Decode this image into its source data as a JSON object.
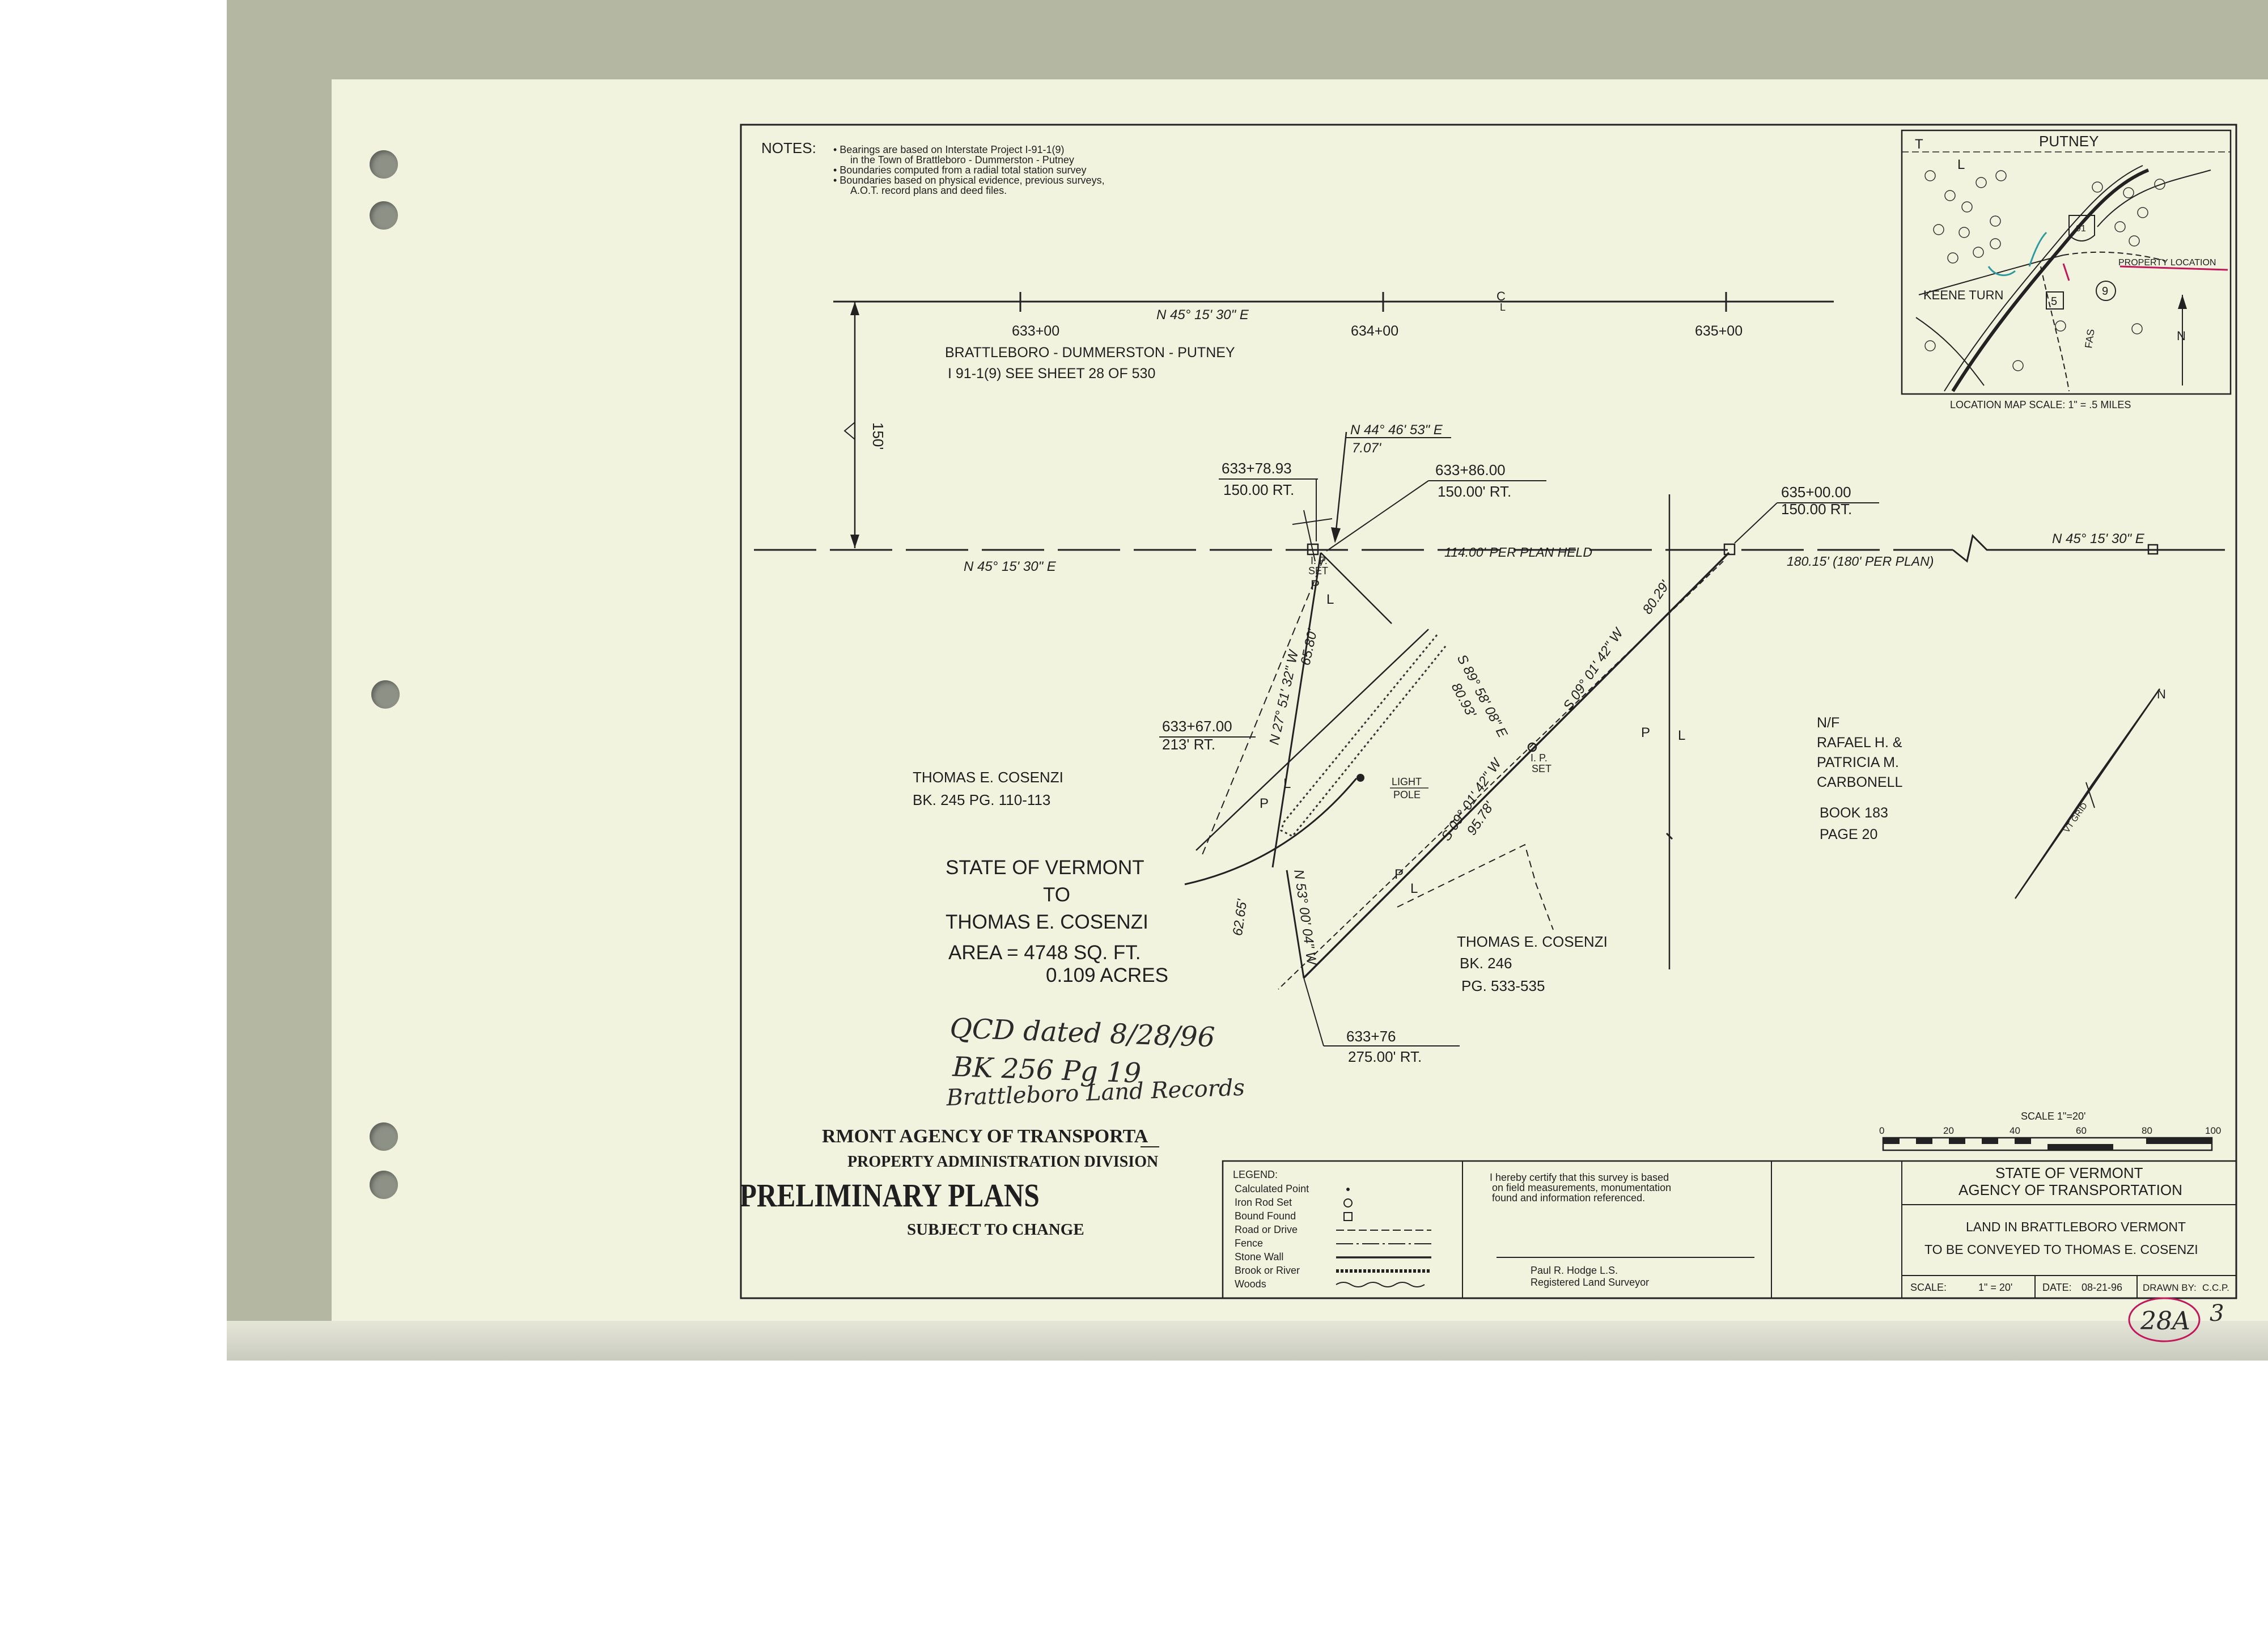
{
  "notes": {
    "heading": "NOTES:",
    "lines": [
      "• Bearings are based on Interstate Project I-91-1(9)",
      "in the Town of Brattleboro - Dummerston - Putney",
      "• Boundaries computed from a radial total station survey",
      "• Boundaries based on physical evidence, previous surveys,",
      "A.O.T. record plans and deed files."
    ]
  },
  "centerline": {
    "bearing": "N 45° 15' 30\" E",
    "stations": [
      "633+00",
      "634+00",
      "635+00"
    ],
    "cl_mark": "C",
    "cl_sub": "L",
    "project_name": "BRATTLEBORO - DUMMERSTON - PUTNEY",
    "project_ref": "I 91-1(9)   SEE SHEET 28 OF 530",
    "offset_label": "150'"
  },
  "row_line": {
    "bearing_left": "N 45° 15' 30\" E",
    "bearing_right": "N 45° 15' 30\" E",
    "held_text": "114.00' PER PLAN HELD",
    "plan_text": "180.15' (180' PER PLAN)"
  },
  "callouts": [
    {
      "station": "633+78.93",
      "offset": "150.00 RT."
    },
    {
      "station": "633+86.00",
      "offset": "150.00' RT."
    },
    {
      "station": "635+00.00",
      "offset": "150.00 RT."
    },
    {
      "station": "633+67.00",
      "offset": "213' RT."
    },
    {
      "station": "633+76",
      "offset": "275.00' RT."
    }
  ],
  "bearing_tie": {
    "bearing": "N 44° 46' 53\" E",
    "distance": "7.07'"
  },
  "lot_lines": [
    {
      "bearing": "N 27° 51' 32\" W",
      "distance": "65.80'"
    },
    {
      "bearing": "S 89° 58' 08\" E",
      "distance": "80.93'"
    },
    {
      "bearing": "S 09° 01' 42\" W",
      "distance": "80.29'"
    },
    {
      "bearing": "S 09° 01' 42\" W",
      "distance": "95.78'"
    },
    {
      "bearing": "N 53° 00' 04\" W",
      "distance": "62.65'"
    }
  ],
  "markers": {
    "ip_set": "I. P.",
    "ip_set2": "SET",
    "light_pole": "LIGHT",
    "light_pole2": "POLE",
    "p": "P",
    "l": "L"
  },
  "owners": [
    {
      "name": "THOMAS E. COSENZI",
      "ref": "BK. 245  PG. 110-113"
    },
    {
      "name": "THOMAS E. COSENZI",
      "ref": "BK. 246",
      "ref2": "PG. 533-535"
    }
  ],
  "nf_owner": {
    "lines": [
      "N/F",
      "RAFAEL H. &",
      "PATRICIA M.",
      "CARBONELL"
    ],
    "book": "BOOK 183",
    "page": "PAGE 20"
  },
  "conveyance": {
    "line1": "STATE OF VERMONT",
    "line2": "TO",
    "line3": "THOMAS E. COSENZI",
    "area": "AREA = 4748 SQ. FT.",
    "acres": "0.109 ACRES"
  },
  "handwritten": {
    "line1": "QCD dated 8/28/96",
    "line2": "BK 256 Pg 19",
    "line3": "Brattleboro Land Records",
    "sheet_no": "28A",
    "sheet_suffix": "3"
  },
  "stamp": {
    "line1": "RMONT AGENCY OF TRANSPORTA",
    "line2": "PROPERTY ADMINISTRATION DIVISION",
    "line3": "PRELIMINARY PLANS",
    "line4": "SUBJECT TO CHANGE"
  },
  "location_map": {
    "town_label_t": "T",
    "town_label_l": "L",
    "putney": "PUTNEY",
    "keene_turn": "KEENE TURN",
    "property_location": "PROPERTY LOCATION",
    "route_91": "91",
    "route_5": "5",
    "route_9": "9",
    "north": "N",
    "fas": "FAS",
    "caption": "LOCATION MAP SCALE:  1\" = .5 MILES"
  },
  "north_arrow": {
    "n": "N",
    "label": "VT GRID"
  },
  "scale_bar": {
    "title": "SCALE 1\"=20'",
    "ticks": [
      "0",
      "20",
      "40",
      "60",
      "80",
      "100"
    ]
  },
  "legend": {
    "title": "LEGEND:",
    "items": [
      "Calculated Point",
      "Iron Rod Set",
      "Bound Found",
      "Road or Drive",
      "Fence",
      "Stone Wall",
      "Brook or River",
      "Woods"
    ]
  },
  "certification": {
    "text1": "I hereby certify that this survey is based",
    "text2": "on field measurements, monumentation",
    "text3": "found and information referenced.",
    "signer": "Paul R. Hodge  L.S.",
    "signer_title": "Registered Land Surveyor"
  },
  "title_block": {
    "agency1": "STATE OF VERMONT",
    "agency2": "AGENCY OF TRANSPORTATION",
    "desc1": "LAND IN BRATTLEBORO VERMONT",
    "desc2": "TO BE CONVEYED TO THOMAS E. COSENZI",
    "scale_label": "SCALE:",
    "scale_value": "1\" = 20'",
    "date_label": "DATE:",
    "date_value": "08-21-96",
    "drawn_label": "DRAWN BY:",
    "drawn_value": "C.C.P."
  },
  "colors": {
    "paper": "#f2f3df",
    "scan": "#b4b8a2",
    "ink": "#1f1f1f",
    "red": "#c2185b",
    "cyan": "#2e9aa0"
  }
}
